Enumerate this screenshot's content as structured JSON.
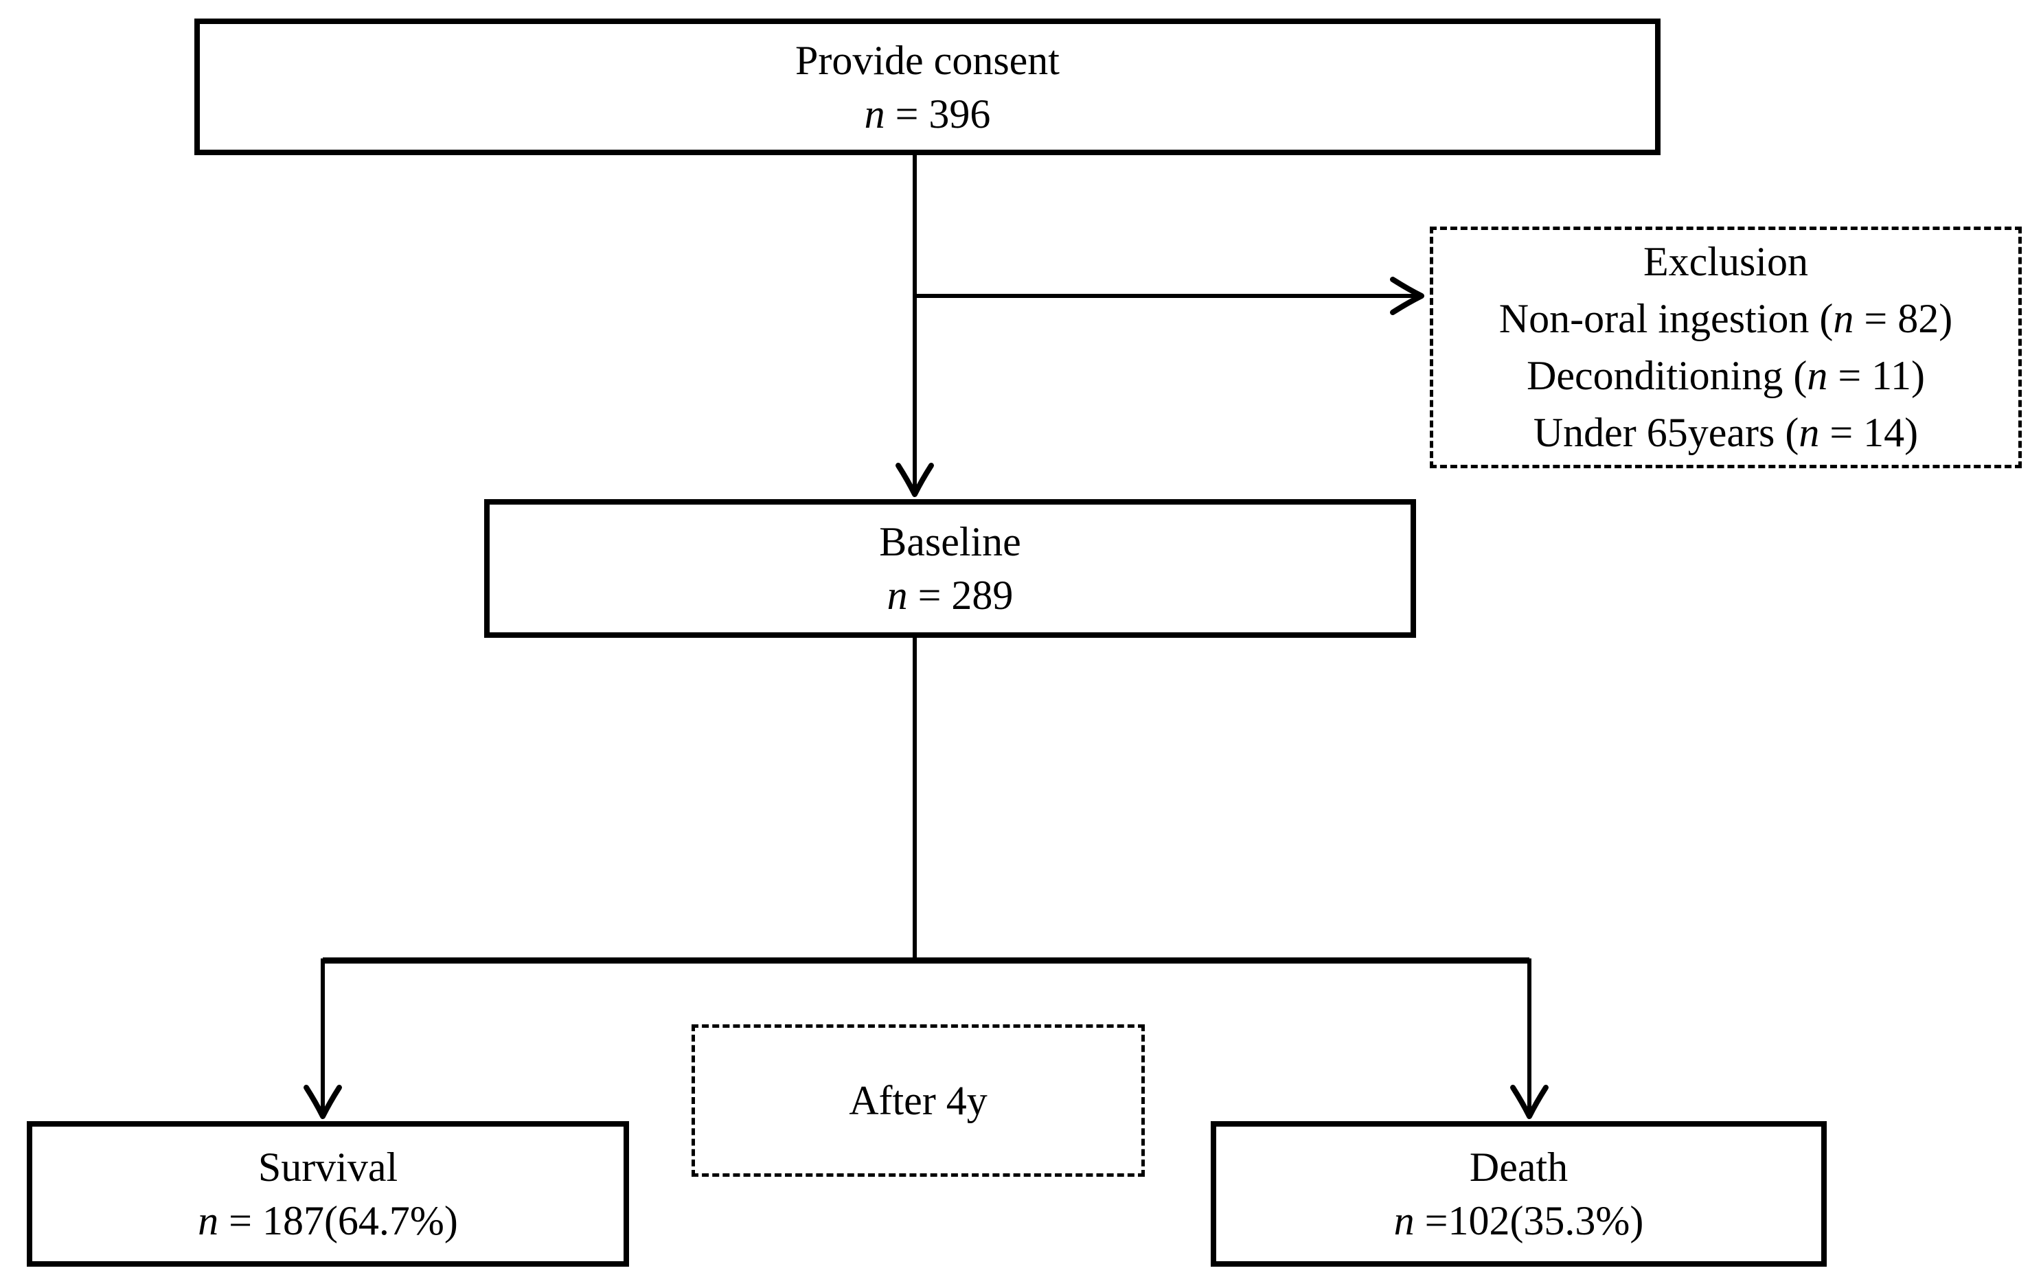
{
  "page": {
    "background_color": "#ffffff",
    "ink_color": "#000000"
  },
  "diagram": {
    "type": "study-flow-chart",
    "boxes": {
      "consent": {
        "title": "Provide consent",
        "n": "n",
        "count": " = 396"
      },
      "exclusion": {
        "title": "Exclusion",
        "items": [
          {
            "pre": "Non-oral ingestion (",
            "n": "n",
            "post": " = 82)"
          },
          {
            "pre": "Deconditioning (",
            "n": "n",
            "post": " = 11)"
          },
          {
            "pre": "Under 65years (",
            "n": "n",
            "post": " = 14)"
          }
        ]
      },
      "baseline": {
        "title": "Baseline",
        "n": "n",
        "count": " = 289"
      },
      "after4y": {
        "label": "After 4y"
      },
      "survival": {
        "title": "Survival",
        "n": "n",
        "count": " = 187(64.7%)"
      },
      "death": {
        "title": "Death",
        "n": "n",
        "count": " =102(35.3%)"
      }
    }
  }
}
